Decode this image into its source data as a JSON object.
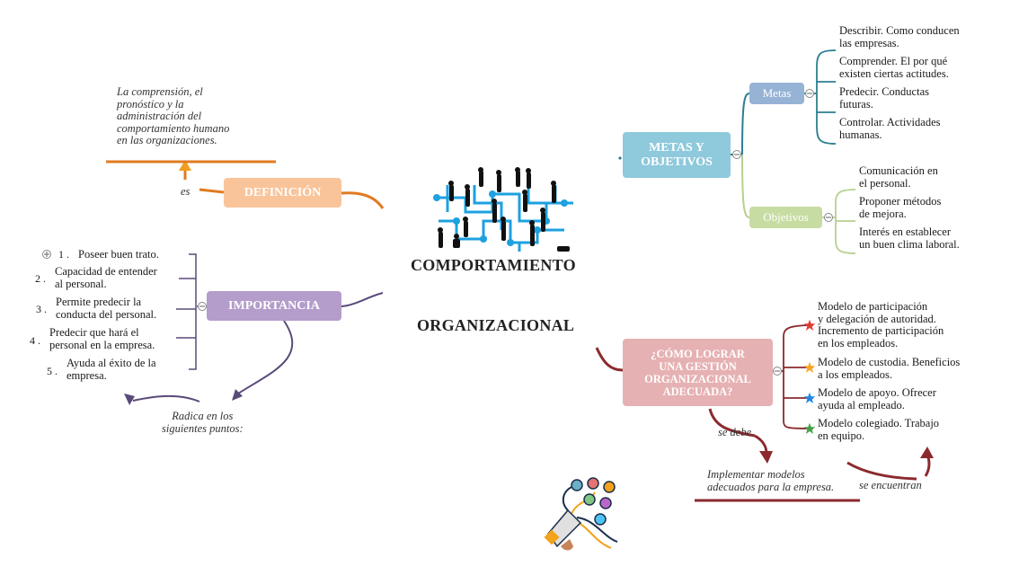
{
  "center": {
    "line1": "COMPORTAMIENTO",
    "line2": "ORGANIZACIONAL"
  },
  "definicion": {
    "label": "DEFINICIÓN",
    "connector": "es",
    "text_lines": [
      "La comprensión, el",
      "pronóstico y la",
      "administración del",
      "comportamiento humano",
      "en las organizaciones."
    ]
  },
  "importancia": {
    "label": "IMPORTANCIA",
    "connector_lines": [
      "Radica en los",
      "siguientes puntos:"
    ],
    "items": [
      {
        "num": "1 .",
        "lines": [
          "Poseer buen trato."
        ]
      },
      {
        "num": "2 .",
        "lines": [
          "Capacidad de entender",
          "al personal."
        ]
      },
      {
        "num": "3 .",
        "lines": [
          "Permite predecir la",
          "conducta del personal."
        ]
      },
      {
        "num": "4 .",
        "lines": [
          "Predecir que hará el",
          "personal en la empresa."
        ]
      },
      {
        "num": "5 .",
        "lines": [
          "Ayuda al éxito de la",
          "empresa."
        ]
      }
    ]
  },
  "metas_objetivos": {
    "label_lines": [
      "METAS Y",
      "OBJETIVOS"
    ],
    "metas": {
      "label": "Metas",
      "items": [
        [
          "Describir. Como conducen",
          "las empresas."
        ],
        [
          "Comprender. El por qué",
          "existen ciertas actitudes."
        ],
        [
          "Predecir. Conductas",
          "futuras."
        ],
        [
          "Controlar. Actividades",
          "humanas."
        ]
      ]
    },
    "objetivos": {
      "label": "Objetivos",
      "items": [
        [
          "Comunicación en",
          "el personal."
        ],
        [
          "Proponer métodos",
          "de mejora."
        ],
        [
          "Interés en establecer",
          "un buen clima laboral."
        ]
      ]
    }
  },
  "gestion": {
    "label_lines": [
      "¿CÓMO LOGRAR",
      "UNA GESTIÓN",
      "ORGANIZACIONAL",
      "ADECUADA?"
    ],
    "connector_debe": "se debe",
    "implementar_lines": [
      "Implementar modelos",
      "adecuados para la empresa."
    ],
    "connector_encuentran": "se encuentran",
    "models": [
      {
        "lines": [
          "Modelo de participación",
          "y delegación de autoridad.",
          "Incremento de participación",
          "en los empleados."
        ],
        "star_color": "#e53935"
      },
      {
        "lines": [
          "Modelo de custodia. Beneficios",
          "a los empleados."
        ],
        "star_color": "#f9a825"
      },
      {
        "lines": [
          "Modelo de apoyo. Ofrecer",
          "ayuda al empleado."
        ],
        "star_color": "#1e88e5"
      },
      {
        "lines": [
          "Modelo colegiado. Trabajo",
          "en equipo."
        ],
        "star_color": "#43a047"
      }
    ]
  },
  "colors": {
    "definicion": "#f9c49a",
    "importancia": "#b49ccb",
    "metas_objetivos": "#8ec9dc",
    "metas": "#96b3d6",
    "objetivos": "#c7dca2",
    "gestion": "#e6b1b3",
    "orange_line": "#e07b22",
    "purple_line": "#5a4a7a",
    "teal_line": "#2b7f8f",
    "green_line": "#b7d08e",
    "red_line": "#8b2a2e"
  },
  "icons": [
    "people-network-image",
    "megaphone-icon",
    "star-icon",
    "collapse-circle-icon"
  ]
}
